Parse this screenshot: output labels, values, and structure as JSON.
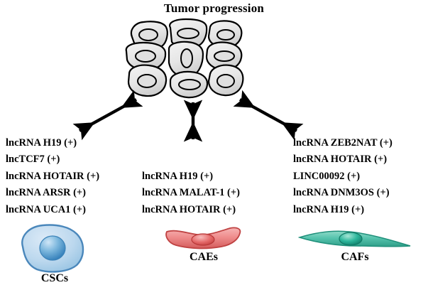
{
  "figure": {
    "title": "Tumor progression"
  },
  "tumor_cluster": {
    "name": "tumor-cell-cluster",
    "cell_count": 9,
    "fill_color": "#e8e8e8",
    "outline_color": "#000000"
  },
  "arrows": [
    {
      "name": "arrow-csc-to-tumor",
      "direction": "double-headed-diagonal-up-right"
    },
    {
      "name": "arrow-cae-to-tumor",
      "direction": "double-headed-vertical"
    },
    {
      "name": "arrow-caf-to-tumor",
      "direction": "double-headed-diagonal-up-left"
    }
  ],
  "columns": {
    "left": {
      "lines": [
        "lncRNA H19 (+)",
        "lncTCF7 (+)",
        "lncRNA HOTAIR (+)",
        "lncRNA ARSR (+)",
        "lncRNA UCA1 (+)"
      ]
    },
    "middle": {
      "lines": [
        "lncRNA H19 (+)",
        "lncRNA MALAT-1 (+)",
        "lncRNA HOTAIR (+)"
      ]
    },
    "right": {
      "lines": [
        "lncRNA ZEB2NAT (+)",
        "lncRNA HOTAIR (+)",
        "LINC00092 (+)",
        "lncRNA DNM3OS (+)",
        "lncRNA H19 (+)"
      ]
    }
  },
  "cells": {
    "csc": {
      "label": "CSCs",
      "body_color": "#b5d4ec",
      "outline_color": "#3f7fb5",
      "nucleus_color": "#5ba3d8"
    },
    "cae": {
      "label": "CAEs",
      "body_color": "#ef8e8e",
      "outline_color": "#c0392b",
      "nucleus_color": "#e05a5a"
    },
    "caf": {
      "label": "CAFs",
      "body_color": "#56c3ad",
      "outline_color": "#1f8f7a",
      "nucleus_color": "#17a38c"
    }
  }
}
